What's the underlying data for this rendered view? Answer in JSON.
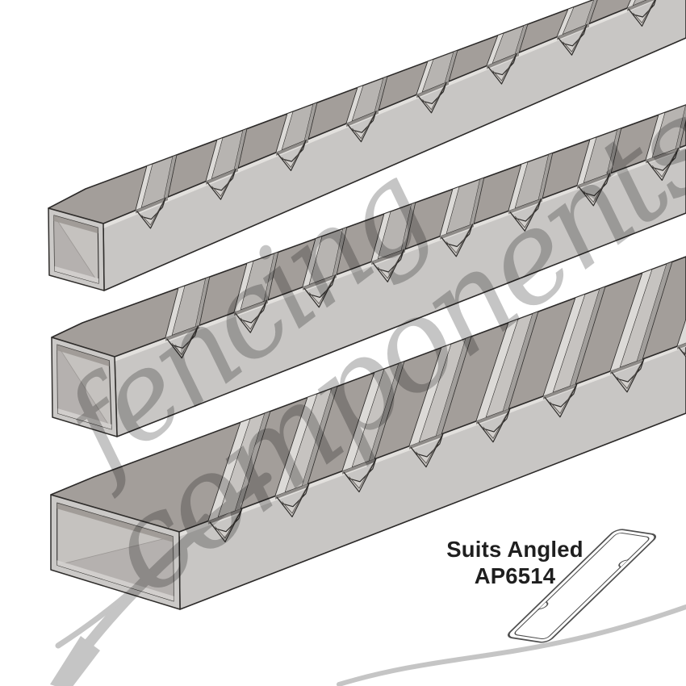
{
  "product_label": {
    "line1": "Suits Angled",
    "line2": "AP6514",
    "text_color": "#1f1f1f"
  },
  "watermark": {
    "word1": "fencing",
    "word2": "components",
    "color": "#8a8a8a"
  },
  "profile_icon": {
    "name": "angled-slat-profile",
    "stroke_color": "#4f4f4f"
  },
  "scene": {
    "background": "#ffffff",
    "rails": [
      {
        "name": "notched-rail-top"
      },
      {
        "name": "notched-rail-middle"
      },
      {
        "name": "notched-rail-bottom"
      }
    ]
  },
  "colors": {
    "front_face": "#c8c6c4",
    "top_face": "#a39e9a",
    "bevel": "#e2e0dd",
    "slot_floor": "#b7b4b1",
    "slot_floor_wide": "#c6c3c0",
    "slot_wall_light": "#dcdad7",
    "slot_wall_dark": "#a19e9b",
    "slot_shadow": "#8f8c89",
    "chevron": "#d2cfcc",
    "end_ring": "#cbc9c7",
    "interior": "#c5c2bf",
    "interior_dark": "#b1aeab",
    "interior_top": "#9c9894",
    "interior_bottom_light": "#d6d4d1",
    "outline": "#2f2d2b",
    "fold_line": "#57534f",
    "diag_line": "#8f8b88"
  }
}
